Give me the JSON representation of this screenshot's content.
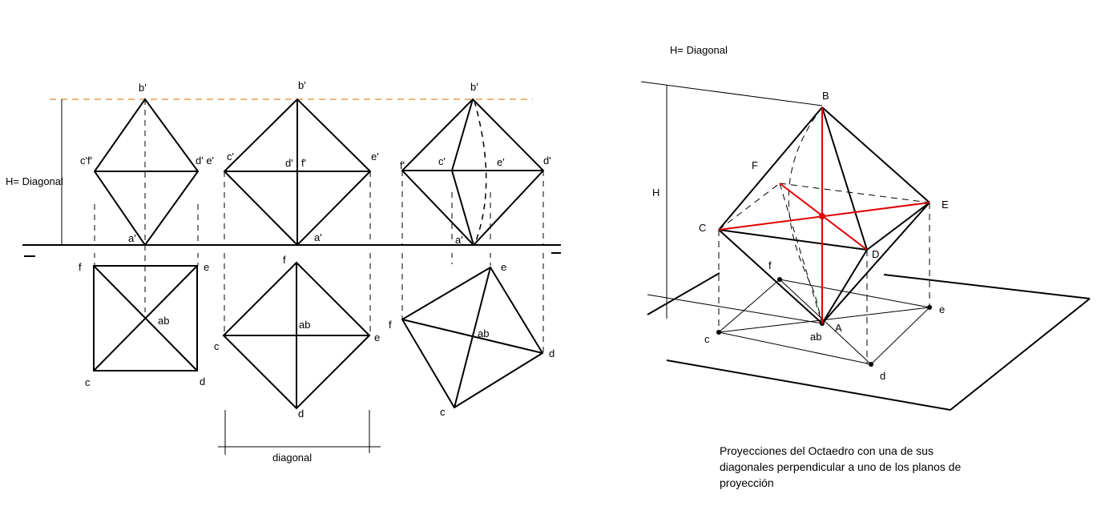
{
  "labels": {
    "h_diagonal_left": "H= Diagonal",
    "h_diagonal_right": "H= Diagonal",
    "h": "H",
    "diagonal": "diagonal",
    "view1": {
      "b_prime": "b'",
      "cf_prime": "c'f'",
      "de_prime": "d' e'",
      "a_prime": "a'",
      "f": "f",
      "e": "e",
      "c": "c",
      "d": "d",
      "ab": "ab"
    },
    "view2": {
      "b_prime": "b'",
      "c_prime": "c'",
      "d_prime": "d'",
      "f_prime": "f'",
      "e_prime": "e'",
      "a_prime": "a'",
      "f": "f",
      "e": "e",
      "c": "c",
      "d": "d",
      "ab": "ab"
    },
    "view3": {
      "b_prime": "b'",
      "f_prime": "f'",
      "c_prime": "c'",
      "e_prime": "e'",
      "d_prime": "d'",
      "a_prime": "a'",
      "f": "f",
      "e": "e",
      "c": "c",
      "d": "d",
      "ab": "ab"
    },
    "axo": {
      "B": "B",
      "F": "F",
      "E": "E",
      "C": "C",
      "D": "D",
      "A": "A",
      "f": "f",
      "e": "e",
      "c": "c",
      "d": "d",
      "ab": "ab"
    }
  },
  "caption": {
    "line1": "Proyecciones del Octaedro con una de sus",
    "line2": "diagonales perpendicular a uno de los planos de",
    "line3": "proyección"
  },
  "colors": {
    "line": "#000000",
    "diagonal_highlight": "#e00000",
    "reference_dashed": "#e08a2a"
  }
}
